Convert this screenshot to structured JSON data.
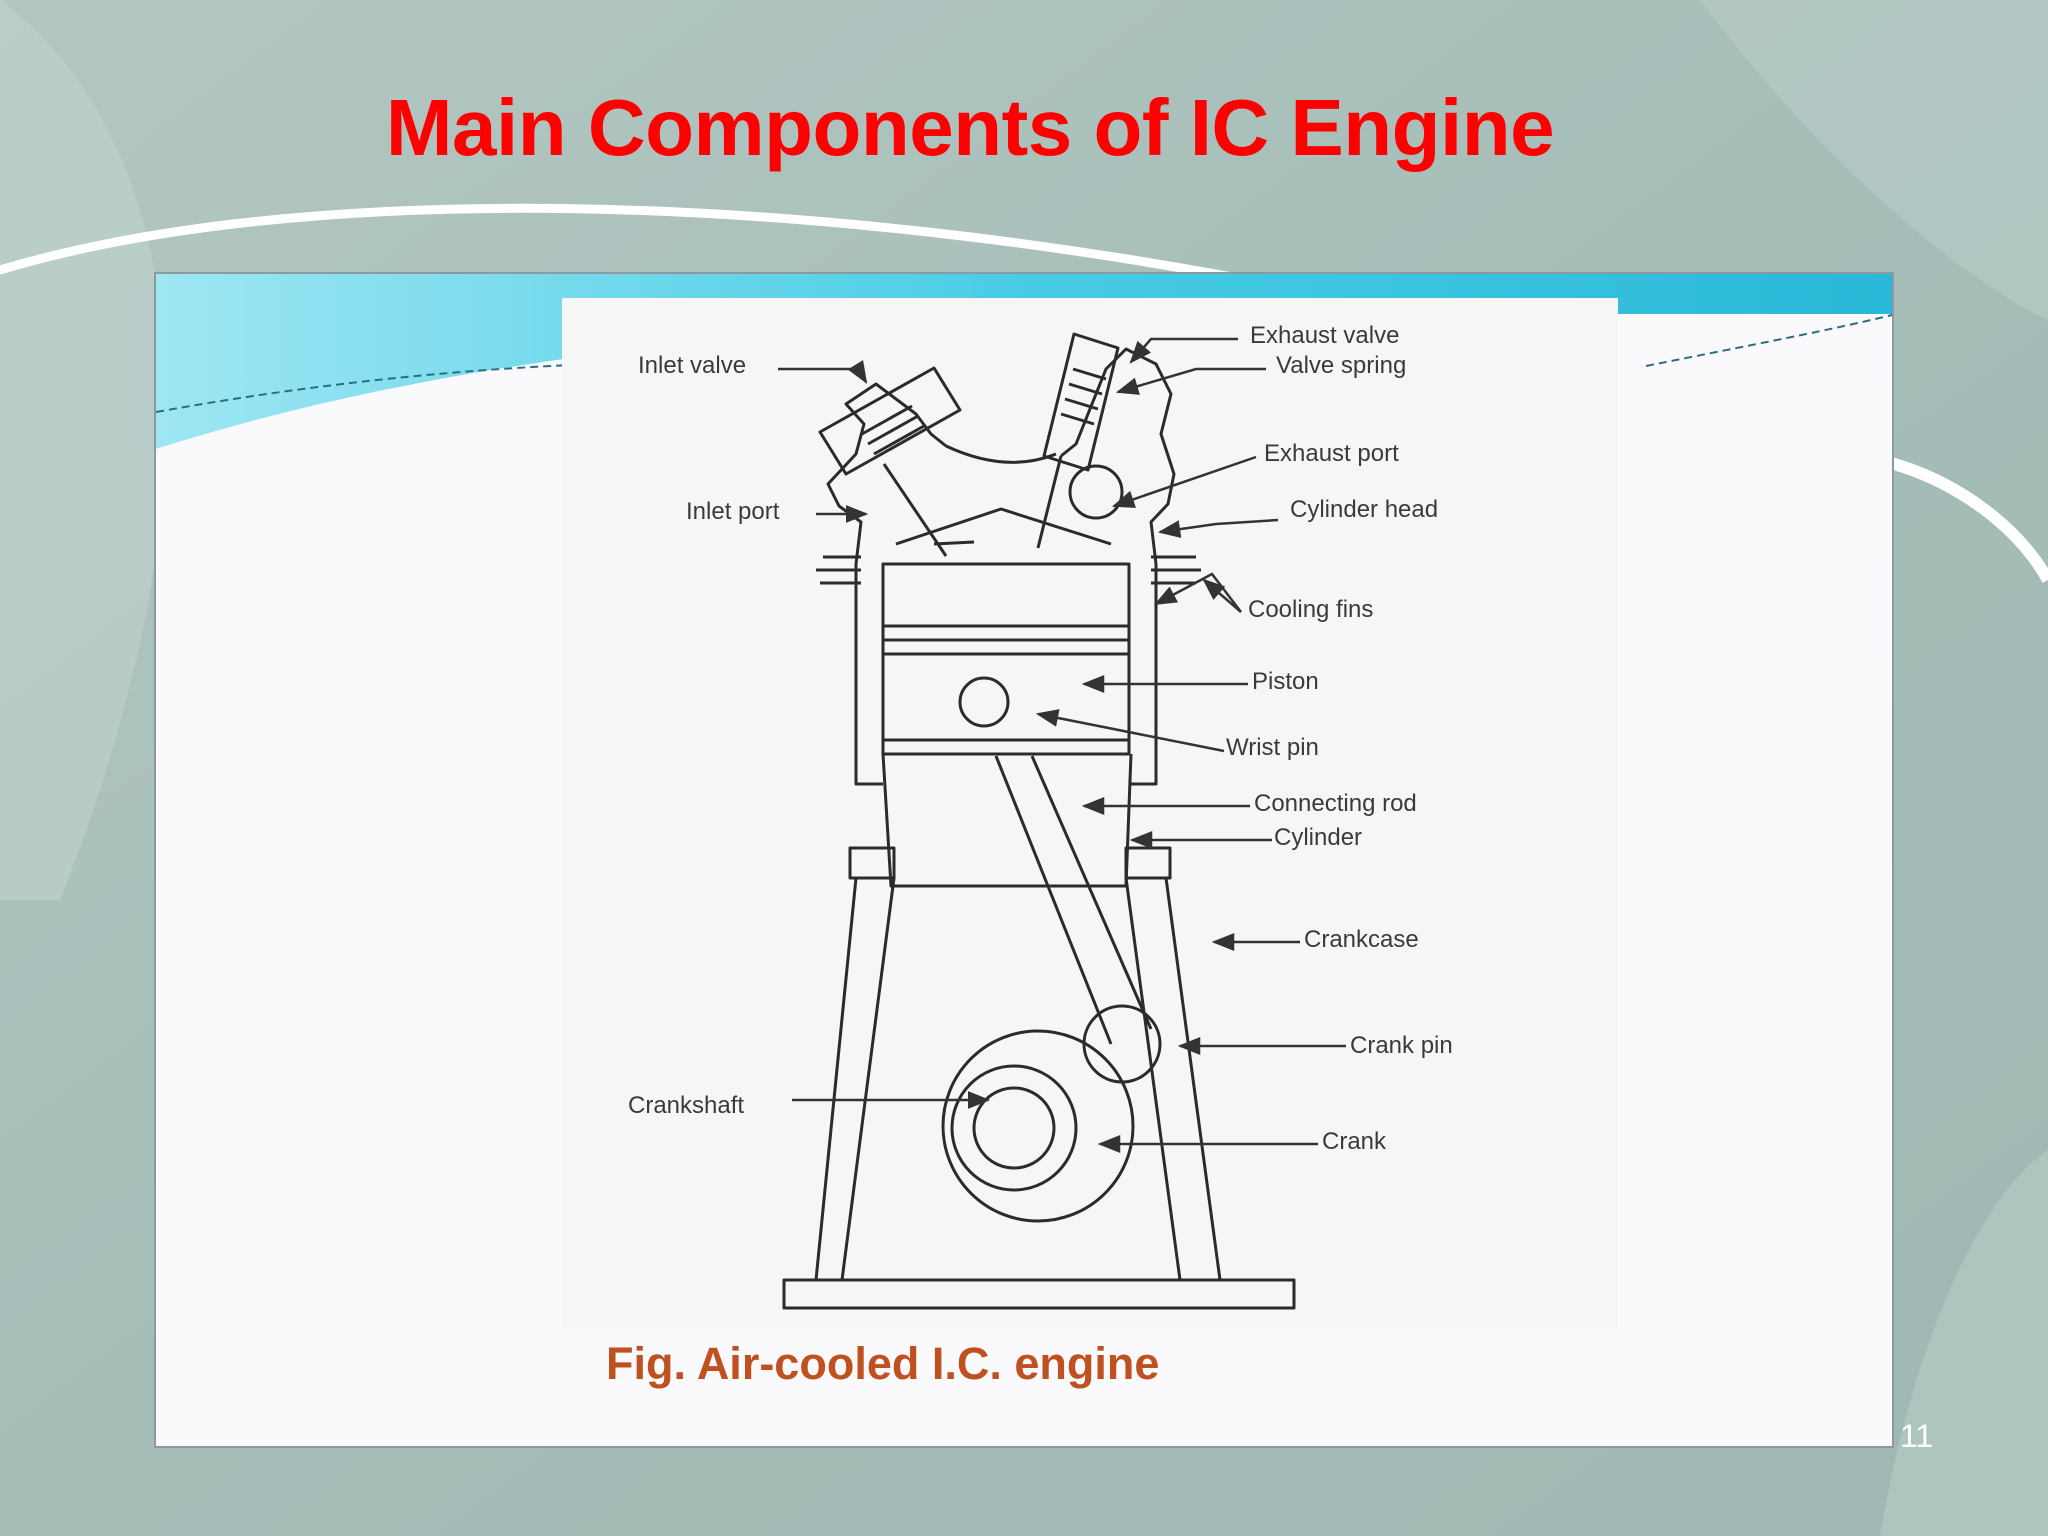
{
  "slide": {
    "title": "Main Components of IC Engine",
    "caption": "Fig. Air-cooled I.C. engine",
    "page_number": "11"
  },
  "labels": {
    "inlet_valve": "Inlet valve",
    "exhaust_valve": "Exhaust valve",
    "valve_spring": "Valve spring",
    "exhaust_port": "Exhaust port",
    "inlet_port": "Inlet port",
    "cylinder_head": "Cylinder head",
    "cooling_fins": "Cooling fins",
    "piston": "Piston",
    "wrist_pin": "Wrist pin",
    "connecting_rod": "Connecting rod",
    "cylinder": "Cylinder",
    "crankcase": "Crankcase",
    "crank_pin": "Crank pin",
    "crankshaft": "Crankshaft",
    "crank": "Crank"
  },
  "colors": {
    "title": "#ff0000",
    "caption": "#c0501f",
    "background": "#a9c0bb",
    "accent": "#3ec8e0"
  }
}
